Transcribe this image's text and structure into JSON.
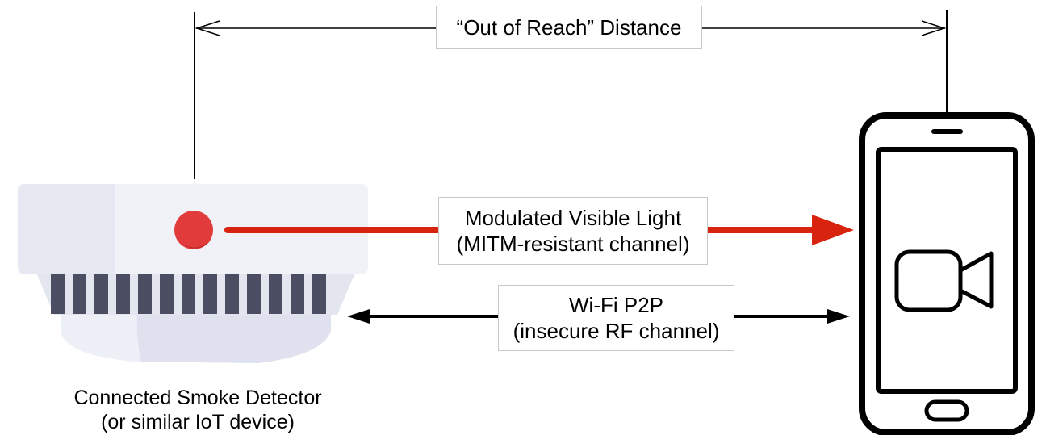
{
  "distance": {
    "label": "“Out of Reach” Distance"
  },
  "light_channel": {
    "line1": "Modulated Visible Light",
    "line2": "(MITM-resistant channel)",
    "color": "#d8230f"
  },
  "rf_channel": {
    "line1": "Wi-Fi P2P",
    "line2": "(insecure RF channel)"
  },
  "device": {
    "caption_line1": "Connected Smoke Detector",
    "caption_line2": "(or similar IoT device)"
  },
  "phone": {
    "screen_icon": "video-camera-icon"
  }
}
